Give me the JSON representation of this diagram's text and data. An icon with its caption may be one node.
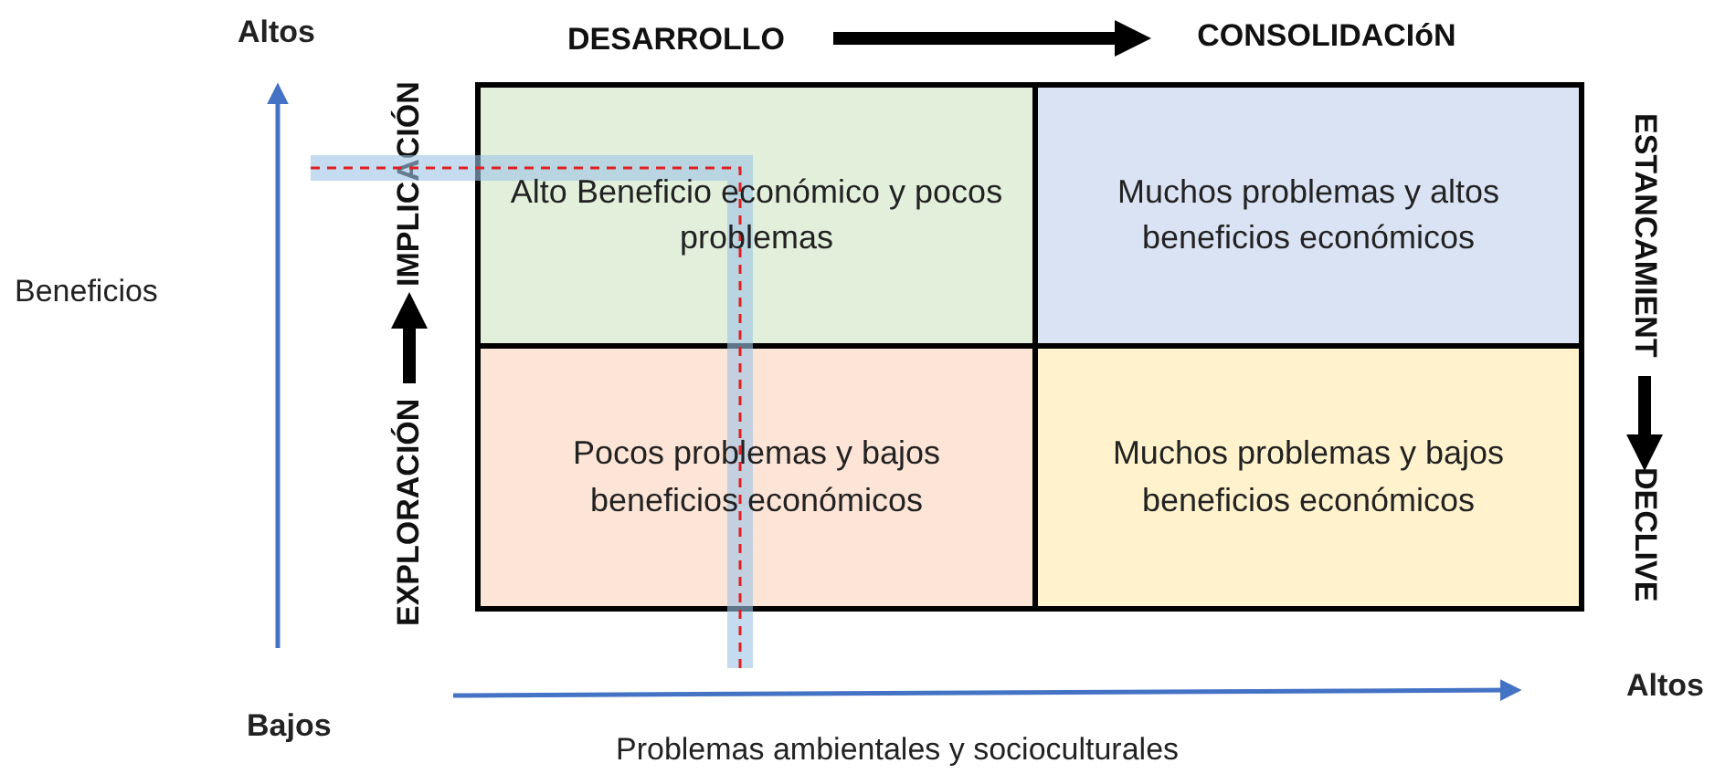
{
  "diagram": {
    "nodes": [
      {
        "text": [
          "DESARROLLO"
        ]
      },
      {
        "text": [
          "CONSOLIDACIóN"
        ]
      },
      {
        "text": [
          "IMPLICACIÓN"
        ]
      },
      {
        "text": [
          "EXPLORACIÓN"
        ]
      },
      {
        "text": [
          "ESTANCAMIENT"
        ]
      },
      {
        "text": [
          "DECLIVE"
        ]
      },
      {
        "text": [
          "Alto Beneficio económico y pocos problemas"
        ]
      },
      {
        "text": [
          "Muchos problemas y altos beneficios económicos"
        ]
      },
      {
        "text": [
          "Pocos problemas y bajos beneficios económicos"
        ]
      },
      {
        "text": [
          "Muchos problemas y bajos beneficios económicos"
        ]
      }
    ],
    "edges": [
      {
        "from": 0,
        "to": 1,
        "arrow": "to"
      },
      {
        "from": 3,
        "to": 2,
        "arrow": "to"
      },
      {
        "from": 4,
        "to": 5,
        "arrow": "to"
      }
    ],
    "labels": [
      "Altos",
      "Beneficios",
      "Bajos",
      "Altos",
      "Problemas ambientales y socioculturales"
    ]
  }
}
